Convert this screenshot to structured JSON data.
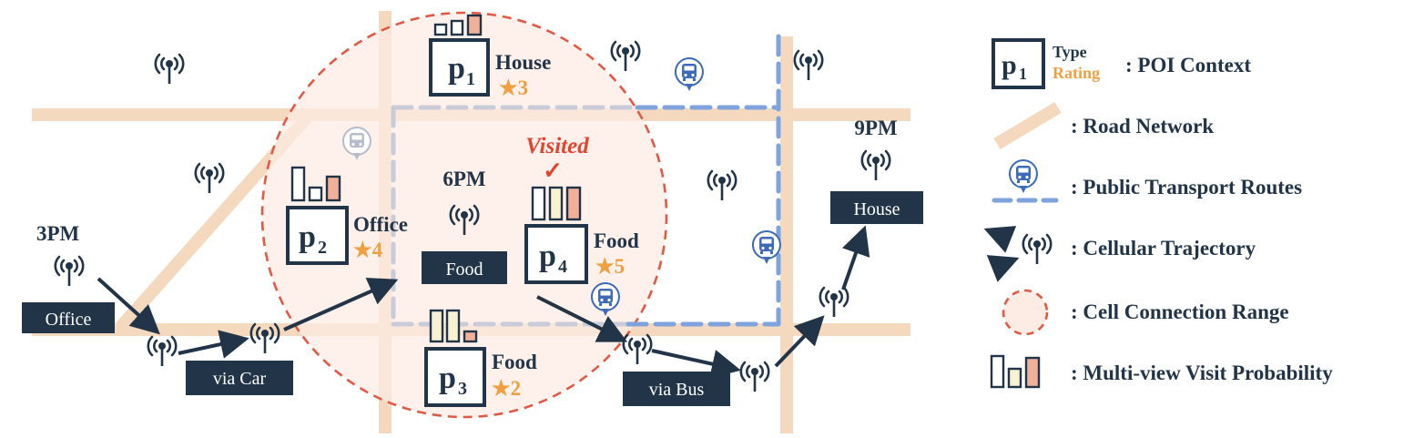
{
  "colors": {
    "navy": "#223548",
    "road": "#f4d9bf",
    "range_fill": "#fdece3",
    "range_stroke": "#e05a45",
    "bus_blue": "#7fa3dc",
    "bus_gray": "#c9ccd8",
    "star": "#f0a040",
    "visited_red": "#e2452f",
    "bar_red": "#f1b09a",
    "bar_yellow": "#f8f2d2"
  },
  "pois": [
    {
      "id": "p1",
      "letter": "p",
      "sub": "1",
      "type": "House",
      "rating": "★3"
    },
    {
      "id": "p2",
      "letter": "p",
      "sub": "2",
      "type": "Office",
      "rating": "★4"
    },
    {
      "id": "p3",
      "letter": "p",
      "sub": "3",
      "type": "Food",
      "rating": "★2"
    },
    {
      "id": "p4",
      "letter": "p",
      "sub": "4",
      "type": "Food",
      "rating": "★5"
    }
  ],
  "visited_label": "Visited",
  "visited_check": "✓",
  "times": {
    "t3": "3PM",
    "t6": "6PM",
    "t9": "9PM"
  },
  "boxes": {
    "office": "Office",
    "food": "Food",
    "house": "House",
    "via_car": "via Car",
    "via_bus": "via Bus"
  },
  "legend": {
    "poi_letter": "p",
    "poi_sub": "1",
    "type": "Type",
    "rating": "Rating",
    "poi_context": ": POI Context",
    "road": ": Road Network",
    "transport": ": Public Transport Routes",
    "cellular": ": Cellular Trajectory",
    "range": ": Cell Connection Range",
    "multiview": ": Multi-view Visit Probability"
  },
  "icons": {
    "tower": "antenna-icon",
    "bus": "bus-stop-icon",
    "bars": "bar-chart-icon"
  }
}
